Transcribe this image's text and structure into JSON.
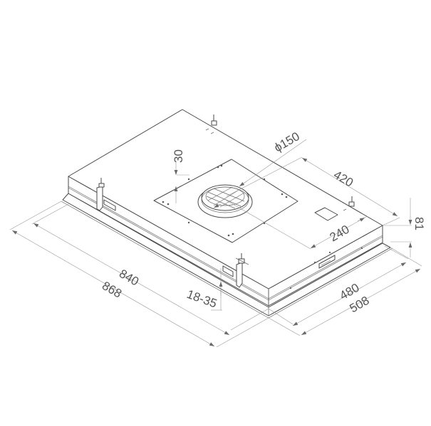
{
  "drawing": {
    "type": "isometric technical dimension drawing",
    "subject": "built-in cooker hood unit with round duct outlet",
    "line_color": "#4a4a4a",
    "dimension_color": "#9a9a9a",
    "text_color": "#555555"
  },
  "dimensions": {
    "duct_diameter": "ϕ150",
    "duct_offset_from_back": "420",
    "duct_offset_from_side": "240",
    "mounting_plate_height": "30",
    "body_height": "81",
    "inner_width": "840",
    "outer_width": "868",
    "inner_depth": "480",
    "outer_depth": "508",
    "panel_thickness_range": "18-35"
  }
}
